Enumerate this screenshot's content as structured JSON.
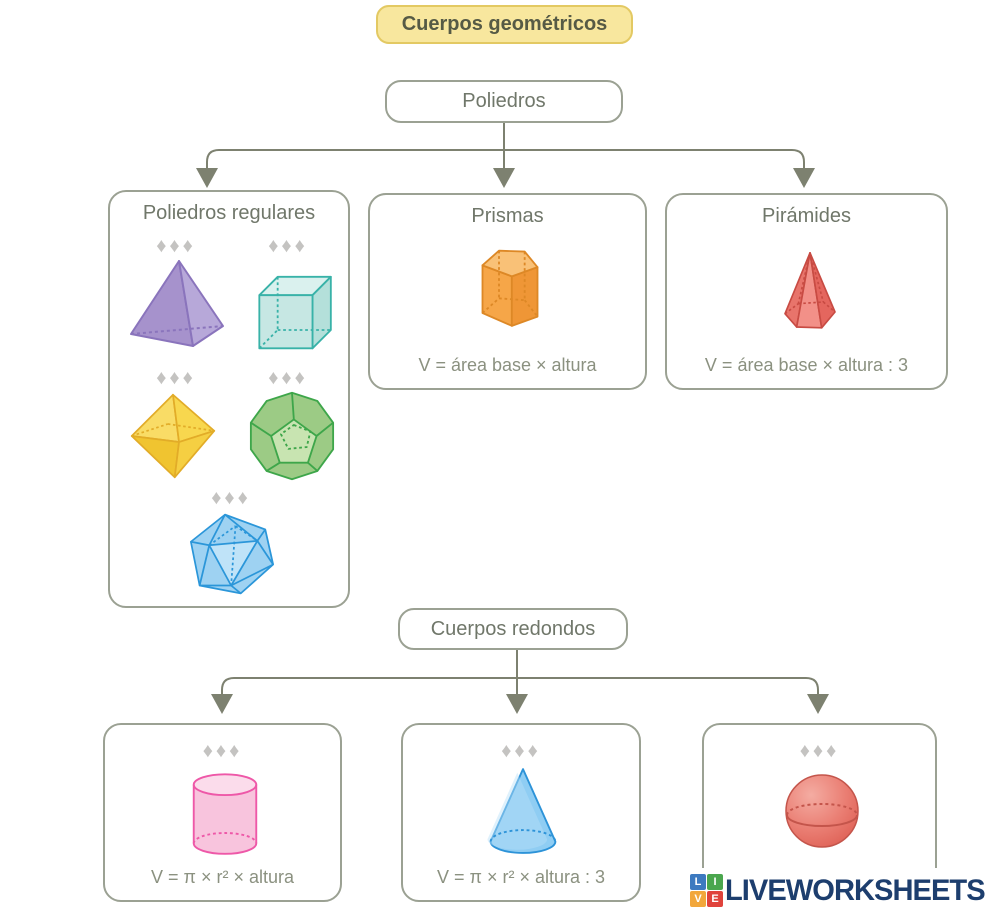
{
  "root": {
    "label": "Cuerpos geométricos",
    "fill": "#f8e79e",
    "border": "#e3c963"
  },
  "branches": {
    "poliedros": {
      "label": "Poliedros"
    },
    "cuerpos_redondos": {
      "label": "Cuerpos redondos"
    }
  },
  "decor": {
    "diamonds": "♦♦♦",
    "diamond_color": "#c4c3c1"
  },
  "connector_color": "#7d8170",
  "cards": {
    "poliedros_regulares": {
      "title": "Poliedros regulares",
      "shapes": {
        "tetraedro": {
          "name": "tetraedro",
          "fill": "#b7a8d9",
          "stroke": "#8a74bc"
        },
        "cubo": {
          "name": "cubo",
          "fill": "#c6e7e3",
          "stroke": "#38b2a8"
        },
        "octaedro": {
          "name": "octaedro",
          "fill": "#f8d74e",
          "stroke": "#e2ac28"
        },
        "dodecaedro": {
          "name": "dodecaedro",
          "fill": "#9ccb85",
          "stroke": "#3ea64a"
        },
        "icosaedro": {
          "name": "icosaedro",
          "fill": "#9ed2f2",
          "stroke": "#2b96d9"
        }
      }
    },
    "prismas": {
      "title": "Prismas",
      "formula": "V = área base × altura",
      "shape": {
        "name": "prisma pentagonal",
        "fill": "#f6a648",
        "stroke": "#dd8826"
      }
    },
    "piramides": {
      "title": "Pirámides",
      "formula": "V = área base × altura : 3",
      "shape": {
        "name": "pirámide hexagonal",
        "fill": "#ec8078",
        "stroke": "#c84b43"
      }
    },
    "cilindro": {
      "formula": "V = π × r² × altura",
      "shape": {
        "name": "cilindro",
        "fill": "#f8c4dd",
        "stroke": "#ee58a8"
      }
    },
    "cono": {
      "formula": "V = π × r² × altura : 3",
      "shape": {
        "name": "cono",
        "fill": "#8fcdf3",
        "stroke": "#2d93d8"
      }
    },
    "esfera": {
      "shape": {
        "name": "esfera",
        "fill": "#ea7e73",
        "stroke": "#c4554b"
      }
    }
  },
  "watermark": {
    "squares": [
      {
        "letter": "L",
        "color": "#3d7ac0"
      },
      {
        "letter": "I",
        "color": "#4aa64e"
      },
      {
        "letter": "V",
        "color": "#f2a73b"
      },
      {
        "letter": "E",
        "color": "#e0433c"
      }
    ],
    "text": "LIVEWORKSHEETS",
    "text_color": "#1d3e6e"
  }
}
